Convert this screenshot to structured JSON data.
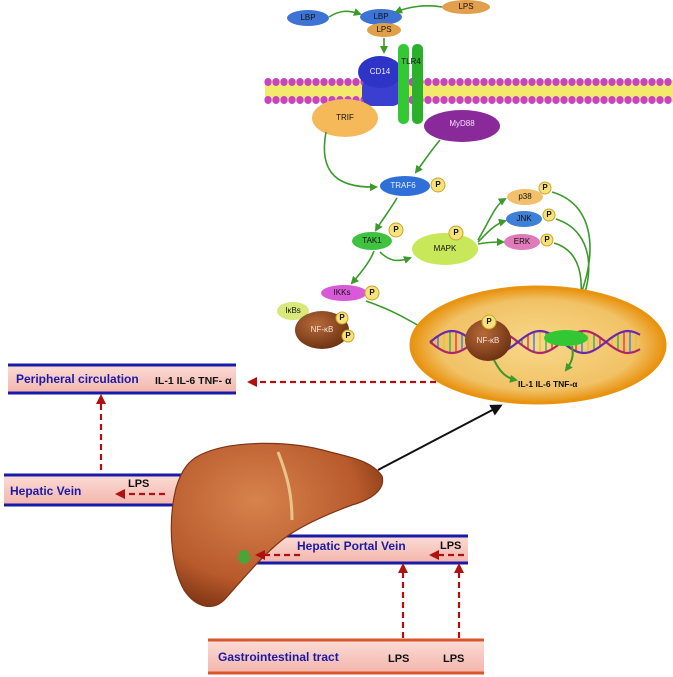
{
  "molecules": {
    "lbp_free": "LBP",
    "lbp_bound": "LBP",
    "lps_bound": "LPS",
    "lps_free": "LPS",
    "cd14": "CD14",
    "tlr4": "TLR4",
    "trif": "TRIF",
    "myd88": "MyD88",
    "traf6": "TRAF6",
    "tak1": "TAK1",
    "mapk": "MAPK",
    "p38": "p38",
    "jnk": "JNK",
    "erk": "ERK",
    "ikks": "IKKs",
    "ikbs": "IκBs",
    "nfkb": "NF-κB",
    "nfkb_nucleus": "NF-κB",
    "phospho": "P"
  },
  "nucleus": {
    "cytokines": "IL-1  IL-6  TNF-α"
  },
  "vessels": {
    "peripheral": {
      "label": "Peripheral circulation",
      "cytokines": "IL-1 IL-6 TNF- α"
    },
    "hepatic_vein": {
      "label": "Hepatic Vein",
      "lps": "LPS"
    },
    "portal_vein": {
      "label": "Hepatic Portal Vein",
      "lps": "LPS"
    },
    "gi_tract": {
      "label": "Gastrointestinal tract",
      "lps_1": "LPS",
      "lps_2": "LPS"
    }
  },
  "colors": {
    "vessel_border": "#1a1aa8",
    "vessel_fill": "#f6c4bd",
    "vessel_label": "#1a1aa8",
    "arrow_dashed": "#b01010",
    "pathway_arrow": "#3a9a2a",
    "liver": "#b85a2c",
    "nucleus_fill": "#f2a21a",
    "membrane_head": "#c940c9"
  }
}
